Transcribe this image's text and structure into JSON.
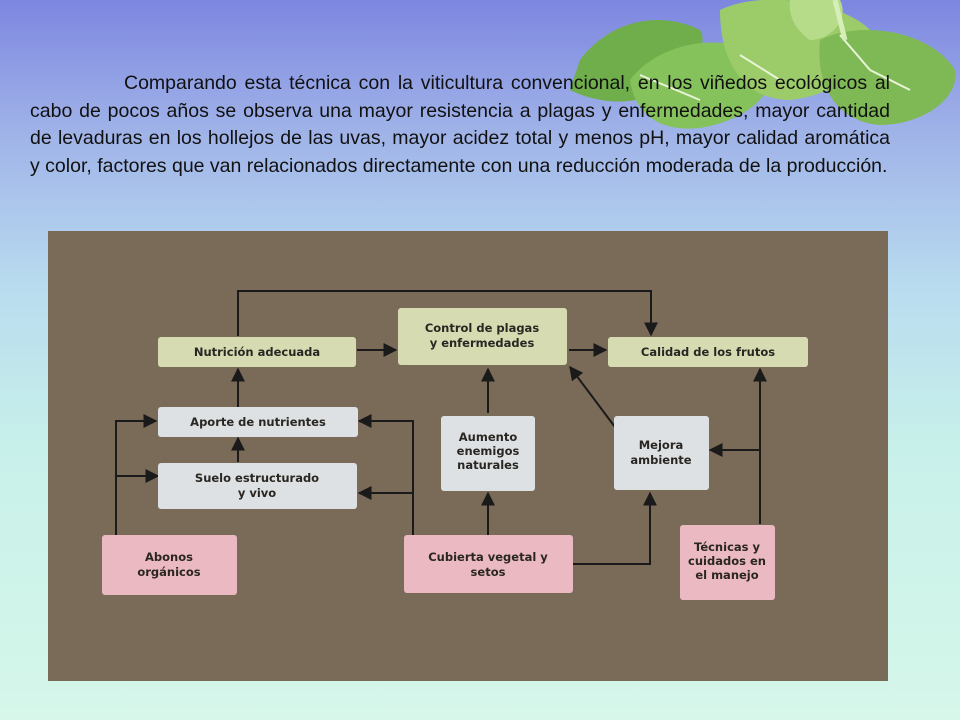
{
  "paragraph": "Comparando esta técnica con la viticultura convencional, en los viñedos ecológicos al cabo de pocos años se observa una mayor resistencia a plagas y enfermedades, mayor cantidad de levaduras en los hollejos de las uvas, mayor acidez total y menos pH, mayor calidad aromática y color, factores que van relacionados directamente con una reducción moderada de la producción.",
  "colors": {
    "diagram_bg": "#7a6a58",
    "node_green": "#d7dbb2",
    "node_gray": "#dde1e3",
    "node_pink": "#ebb9c1",
    "arrow": "#1a1a1a"
  },
  "diagram": {
    "nodes": {
      "nutricion": {
        "lines": [
          "Nutrición adecuada"
        ]
      },
      "control": {
        "lines": [
          "Control de plagas",
          "y enfermedades"
        ]
      },
      "calidad": {
        "lines": [
          "Calidad de los frutos"
        ]
      },
      "aporte": {
        "lines": [
          "Aporte de nutrientes"
        ]
      },
      "suelo": {
        "lines": [
          "Suelo estructurado",
          "y vivo"
        ]
      },
      "aumento": {
        "lines": [
          "Aumento",
          "enemigos",
          "naturales"
        ]
      },
      "mejora": {
        "lines": [
          "Mejora",
          "ambiente"
        ]
      },
      "abonos": {
        "lines": [
          "Abonos",
          "orgánicos"
        ]
      },
      "cubierta": {
        "lines": [
          "Cubierta vegetal y",
          "setos"
        ]
      },
      "tecnicas": {
        "lines": [
          "Técnicas y",
          "cuidados en",
          "el manejo"
        ]
      }
    }
  }
}
